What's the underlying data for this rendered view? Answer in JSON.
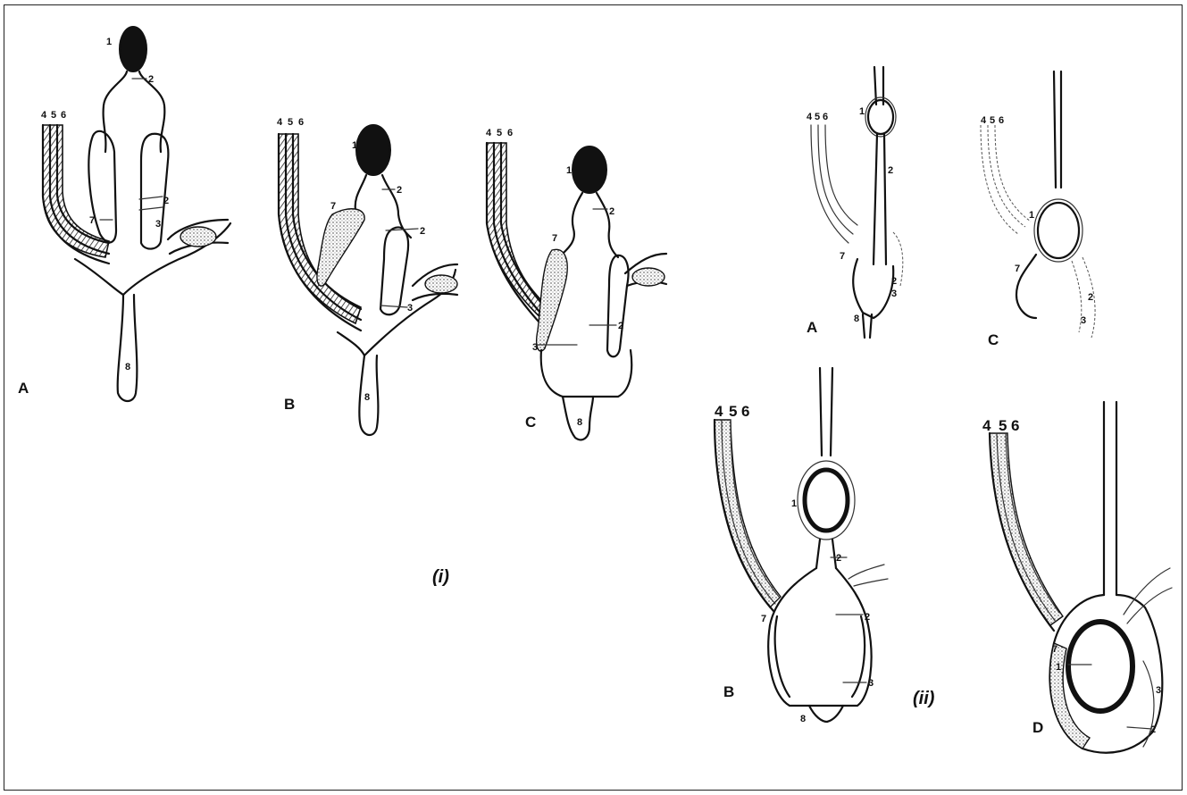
{
  "panels": {
    "left": "(i)",
    "right": "(ii)"
  },
  "stages": {
    "A": "A",
    "B": "B",
    "C": "C",
    "D": "D"
  },
  "markers": {
    "m1": "1",
    "m2": "2",
    "m3": "3",
    "m4": "4",
    "m5": "5",
    "m6": "6",
    "m7": "7",
    "m8": "8"
  }
}
